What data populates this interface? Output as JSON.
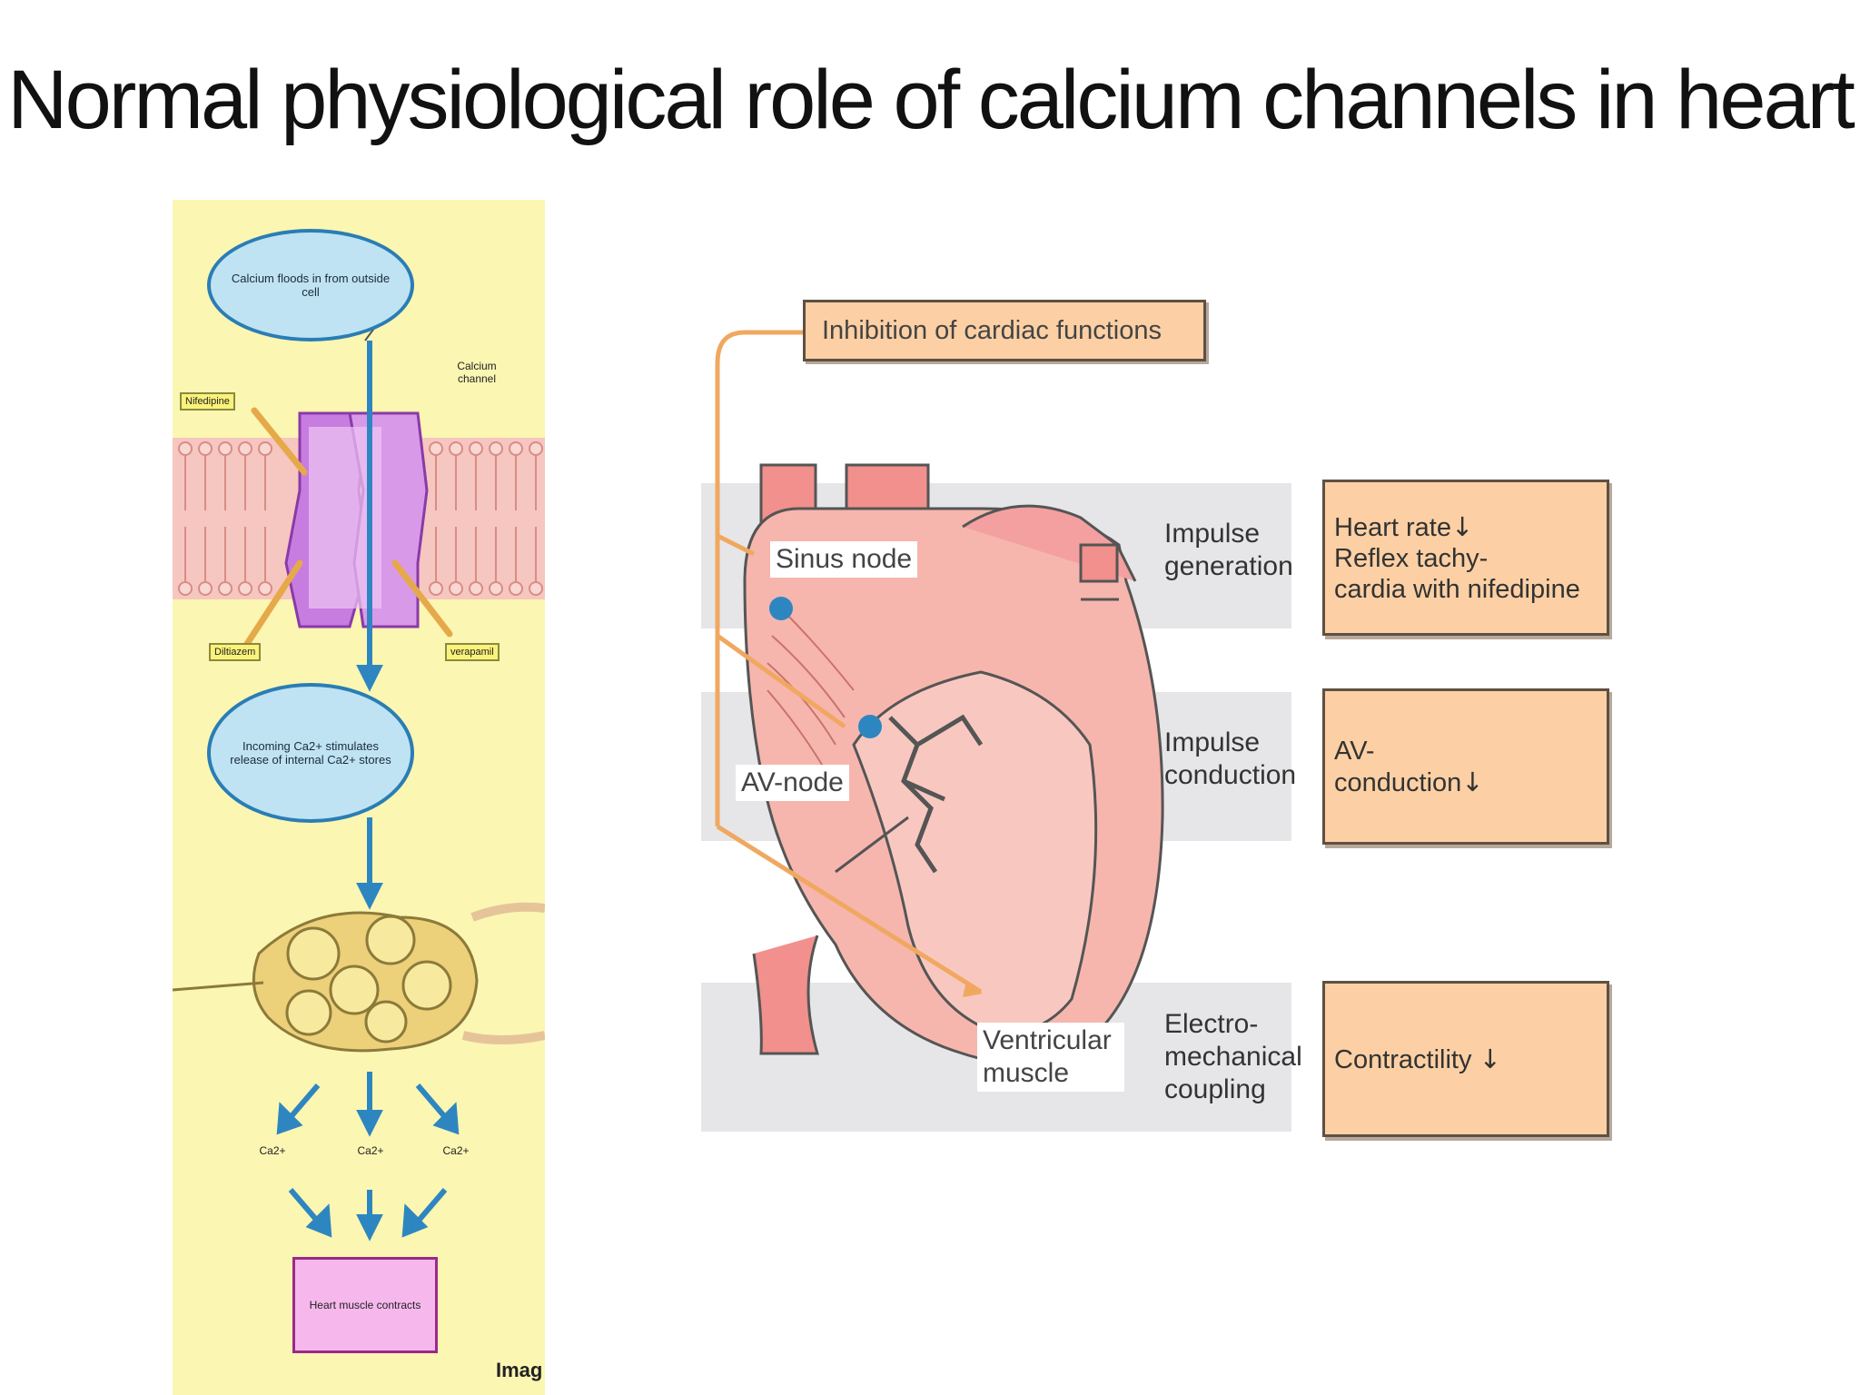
{
  "title": "Normal physiological role of calcium channels in heart",
  "left_panel": {
    "oval_top": "Calcium floods in from outside cell",
    "channel_label": "Calcium channel",
    "drug_1": "Nifedipine",
    "drug_2": "Diltiazem",
    "drug_3": "verapamil",
    "oval_mid": "Incoming Ca2+ stimulates release of internal Ca2+ stores",
    "ion_1": "Ca2+",
    "ion_2": "Ca2+",
    "ion_3": "Ca2+",
    "result_box": "Heart muscle contracts",
    "footer": "Imag"
  },
  "right_panel": {
    "inhibition": "Inhibition of cardiac functions",
    "sinus_node": "Sinus node",
    "av_node": "AV-node",
    "ventricular_line1": "Ventricular",
    "ventricular_line2": "muscle",
    "rows": [
      {
        "process_line1": "Impulse",
        "process_line2": "generation",
        "effect_line1": "Heart rate",
        "effect_arrow": "↓",
        "effect_line2": "Reflex tachy-",
        "effect_line3": "cardia with nifedipine"
      },
      {
        "process_line1": "Impulse",
        "process_line2": "conduction",
        "effect_line1": "AV-",
        "effect_line2": "conduction",
        "effect_arrow": "↓"
      },
      {
        "process_line1": "Electro-",
        "process_line2": "mechanical",
        "process_line3": "coupling",
        "effect_line1": "Contractility",
        "effect_arrow": "↓"
      }
    ]
  },
  "colors": {
    "panel_bg": "#fbf6b2",
    "oval_fill": "#bfe3f2",
    "arrow_blue": "#2e86c1",
    "membrane_pink": "#f6c6c0",
    "channel_purple": "#c77de0",
    "effect_fill": "#fcd0a4",
    "guide_orange": "#f0a860",
    "heart_pink": "#f4a0a0",
    "band_gray": "#e6e6e8"
  }
}
